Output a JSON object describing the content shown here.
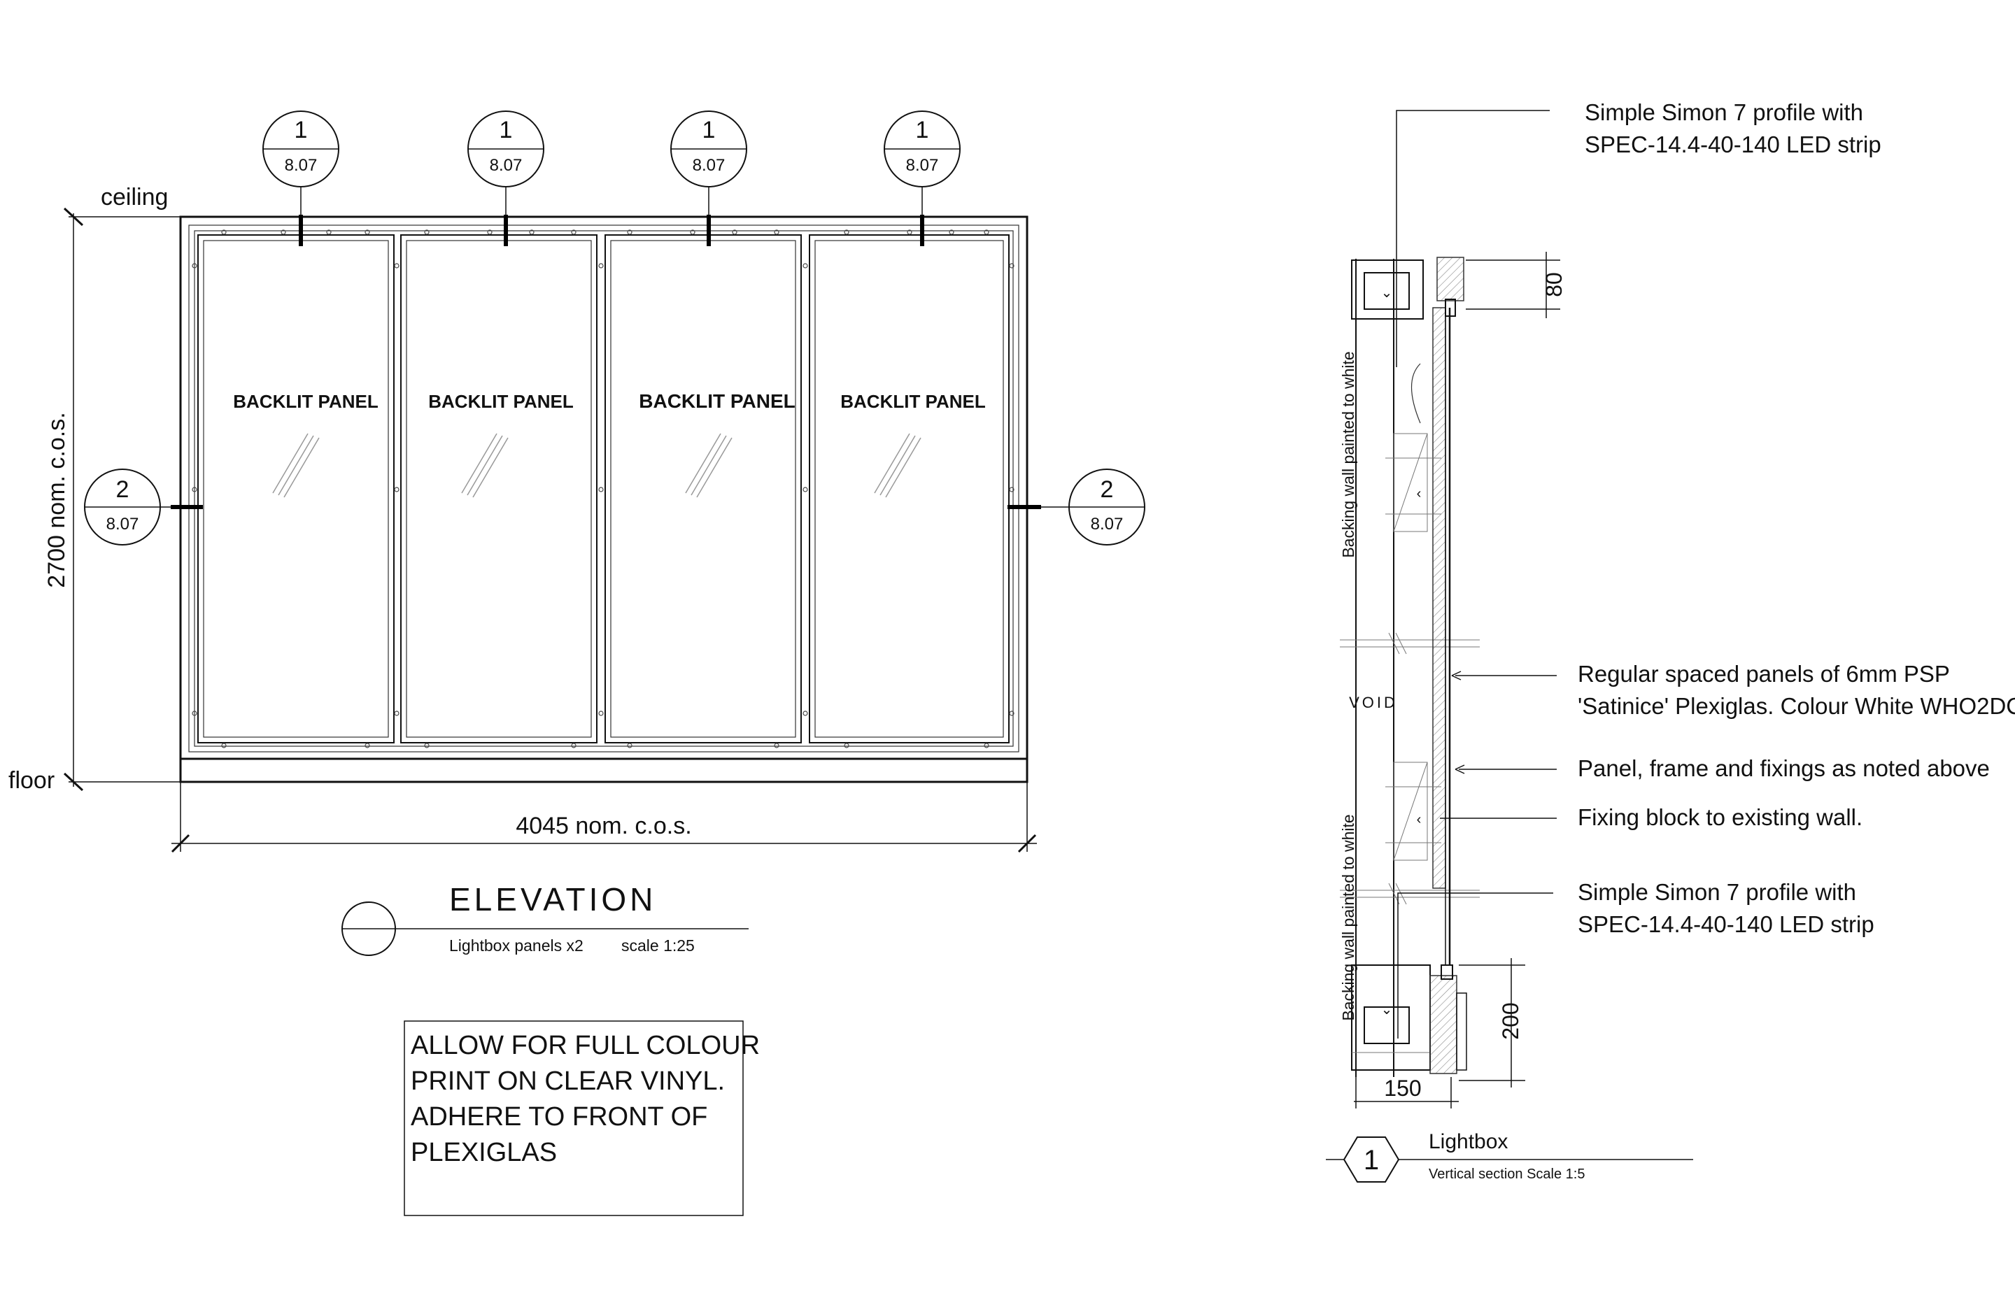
{
  "elevation": {
    "ceiling_label": "ceiling",
    "floor_label": "floor",
    "height_dim": "2700 nom. c.o.s.",
    "width_dim": "4045 nom. c.o.s.",
    "panel_labels": [
      "BACKLIT PANEL",
      "BACKLIT PANEL",
      "BACKLIT PANEL",
      "BACKLIT PANEL"
    ],
    "top_tags": [
      {
        "number": "1",
        "ref": "8.07"
      },
      {
        "number": "1",
        "ref": "8.07"
      },
      {
        "number": "1",
        "ref": "8.07"
      },
      {
        "number": "1",
        "ref": "8.07"
      }
    ],
    "side_tags": [
      {
        "number": "2",
        "ref": "8.07"
      },
      {
        "number": "2",
        "ref": "8.07"
      }
    ],
    "title": "ELEVATION",
    "subtitle": "Lightbox panels x2",
    "scale": "scale 1:25"
  },
  "note": {
    "lines": [
      "ALLOW FOR FULL COLOUR",
      "PRINT ON CLEAR VINYL.",
      "ADHERE TO FRONT OF",
      "PLEXIGLAS"
    ]
  },
  "section": {
    "top_note_line1": "Simple Simon 7 profile with",
    "top_note_line2": "SPEC-14.4-40-140 LED strip",
    "dim_top": "80",
    "dim_bottom": "200",
    "dim_width": "150",
    "backing_upper": "Backing wall painted to white",
    "backing_lower": "Backing wall painted to white",
    "void_label": "VOID",
    "note_panels_line1": "Regular spaced panels of 6mm PSP",
    "note_panels_line2": "'Satinice' Plexiglas. Colour White WHO2DC",
    "note_frame": "Panel, frame and fixings as noted above",
    "note_fixing": "Fixing block to existing wall.",
    "bottom_note_line1": "Simple Simon 7 profile with",
    "bottom_note_line2": "SPEC-14.4-40-140 LED strip",
    "tag_number": "1",
    "title": "Lightbox",
    "subtitle": "Vertical section Scale 1:5"
  }
}
